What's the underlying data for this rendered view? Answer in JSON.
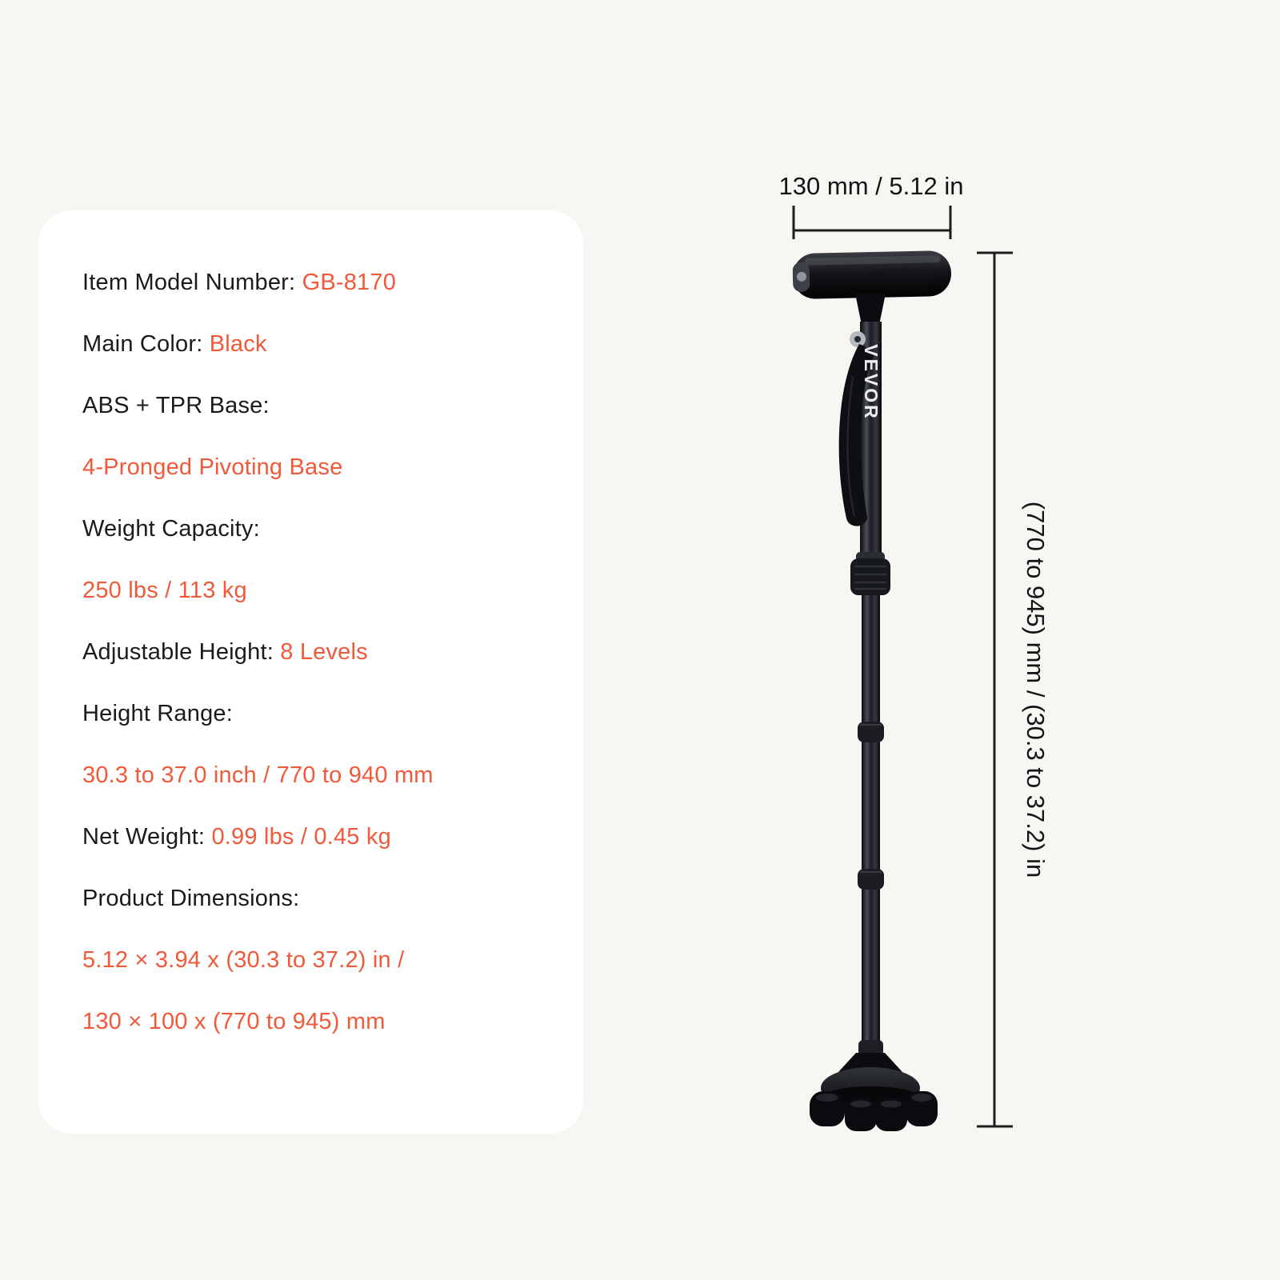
{
  "colors": {
    "background": "#f7f6f3",
    "card": "#ffffff",
    "text_dark": "#1a1b1d",
    "accent": "#f0593a",
    "product_black": "#0b0c0e"
  },
  "spec_card": {
    "lines": [
      {
        "parts": [
          {
            "text": "Item Model Number: ",
            "style": "dark"
          },
          {
            "text": "GB-8170",
            "style": "accent"
          }
        ]
      },
      {
        "parts": [
          {
            "text": "Main Color: ",
            "style": "dark"
          },
          {
            "text": "Black",
            "style": "accent"
          }
        ]
      },
      {
        "parts": [
          {
            "text": "ABS + TPR Base:",
            "style": "dark"
          }
        ]
      },
      {
        "parts": [
          {
            "text": "4-Pronged Pivoting Base",
            "style": "accent"
          }
        ]
      },
      {
        "parts": [
          {
            "text": "Weight Capacity:",
            "style": "dark"
          }
        ]
      },
      {
        "parts": [
          {
            "text": "250 lbs / 113 kg",
            "style": "accent"
          }
        ]
      },
      {
        "parts": [
          {
            "text": "Adjustable Height: ",
            "style": "dark"
          },
          {
            "text": "8 Levels",
            "style": "accent"
          }
        ]
      },
      {
        "parts": [
          {
            "text": "Height Range:",
            "style": "dark"
          }
        ]
      },
      {
        "parts": [
          {
            "text": "30.3 to 37.0 inch / 770 to 940 mm",
            "style": "accent"
          }
        ]
      },
      {
        "parts": [
          {
            "text": "Net Weight: ",
            "style": "dark"
          },
          {
            "text": "0.99 lbs / 0.45 kg",
            "style": "accent"
          }
        ]
      },
      {
        "parts": [
          {
            "text": "Product Dimensions:",
            "style": "dark"
          }
        ]
      },
      {
        "parts": [
          {
            "text": "5.12 × 3.94 x (30.3 to 37.2) in /",
            "style": "accent"
          }
        ]
      },
      {
        "parts": [
          {
            "text": "130 × 100 x (770 to 945) mm",
            "style": "accent"
          }
        ]
      }
    ]
  },
  "product": {
    "brand": "VEVOR",
    "width_dimension": "130 mm / 5.12 in",
    "height_dimension": "(770 to 945) mm / (30.3 to 37.2) in"
  }
}
